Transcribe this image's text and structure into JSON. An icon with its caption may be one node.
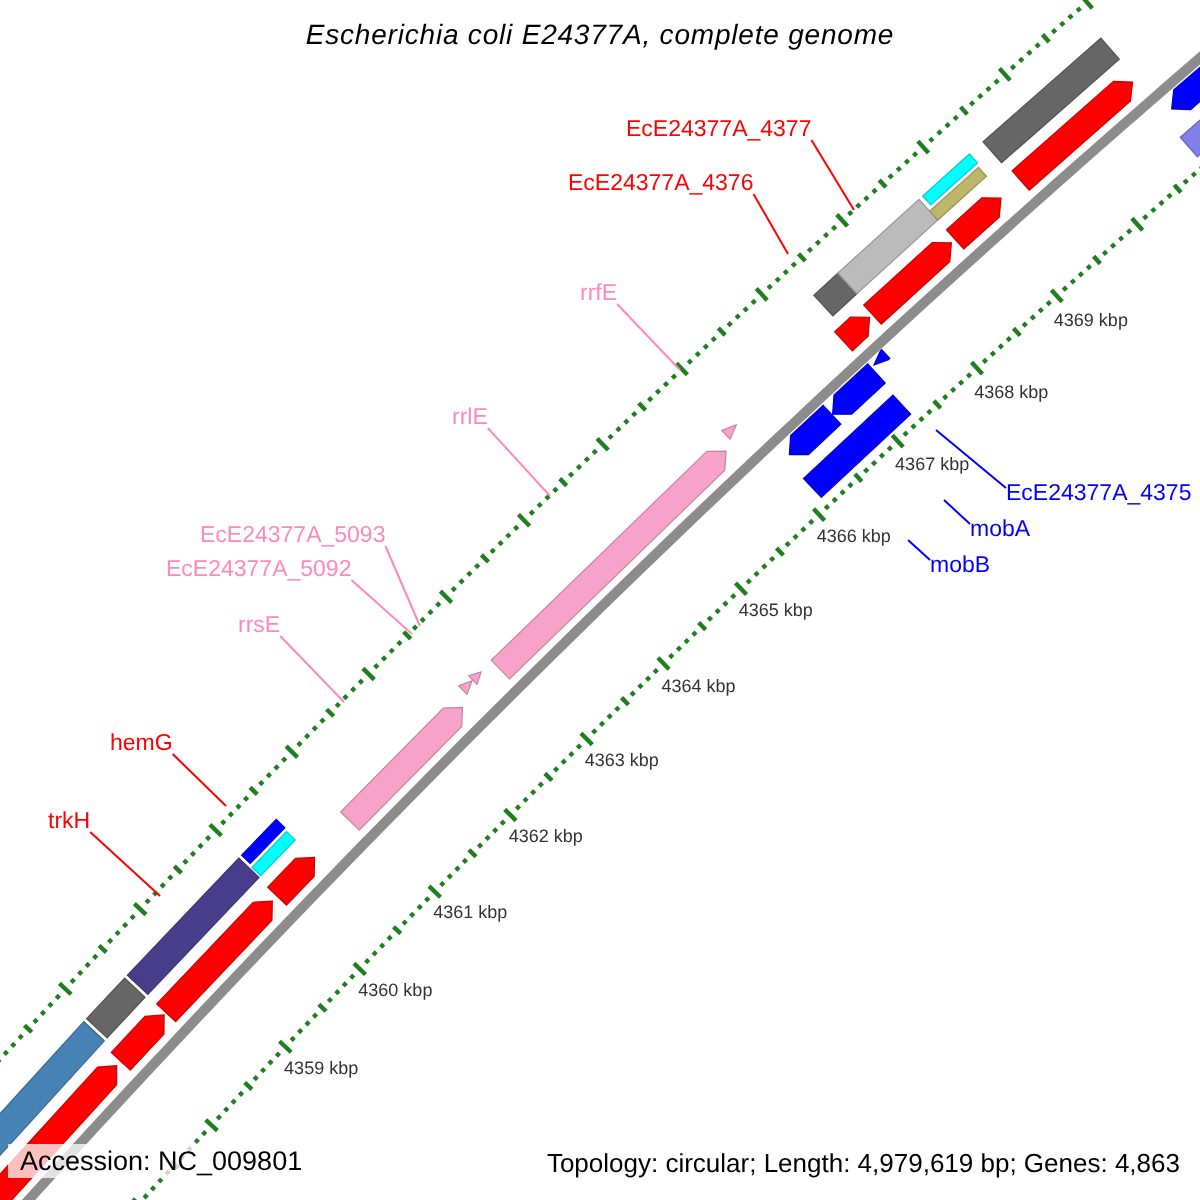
{
  "diagram": {
    "title": "Escherichia coli E24377A, complete genome",
    "nodes": [
      {
        "text": [
          "EcE24377A_4377"
        ]
      },
      {
        "text": [
          "EcE24377A_4376"
        ]
      },
      {
        "text": [
          "rrfE"
        ]
      },
      {
        "text": [
          "rrlE"
        ]
      },
      {
        "text": [
          "EcE24377A_4375"
        ]
      },
      {
        "text": [
          "mobA"
        ]
      },
      {
        "text": [
          "EcE24377A_5093"
        ]
      },
      {
        "text": [
          "mobB"
        ]
      },
      {
        "text": [
          "EcE24377A_5092"
        ]
      },
      {
        "text": [
          "rrsE"
        ]
      },
      {
        "text": [
          "hemG"
        ]
      },
      {
        "text": [
          "trkH"
        ]
      }
    ],
    "edges": [
      {
        "from": 0,
        "to": null,
        "arrow": "none",
        "color": "#ff0000"
      },
      {
        "from": 1,
        "to": null,
        "arrow": "none",
        "color": "#ff0000"
      },
      {
        "from": 2,
        "to": null,
        "arrow": "none"
      },
      {
        "from": 3,
        "to": null,
        "arrow": "none"
      },
      {
        "from": 4,
        "to": null,
        "arrow": "none",
        "color": "#0000ff"
      },
      {
        "from": 5,
        "to": null,
        "arrow": "none",
        "color": "#0000ff"
      },
      {
        "from": 6,
        "to": null,
        "arrow": "none"
      },
      {
        "from": 7,
        "to": null,
        "arrow": "none",
        "color": "#0000ff"
      },
      {
        "from": 8,
        "to": null,
        "arrow": "none"
      },
      {
        "from": 9,
        "to": null,
        "arrow": "none"
      },
      {
        "from": 10,
        "to": null,
        "arrow": "none",
        "color": "#ff0000"
      },
      {
        "from": 11,
        "to": null,
        "arrow": "none",
        "color": "#ff0000"
      }
    ],
    "labels": [
      "4359 kbp",
      "4360 kbp",
      "4361 kbp",
      "4362 kbp",
      "4363 kbp",
      "4364 kbp",
      "4365 kbp",
      "4366 kbp",
      "4367 kbp",
      "4368 kbp",
      "4369 kbp",
      "Accession: NC_009801",
      "Topology: circular; Length: 4,979,619 bp; Genes: 4,863"
    ]
  }
}
